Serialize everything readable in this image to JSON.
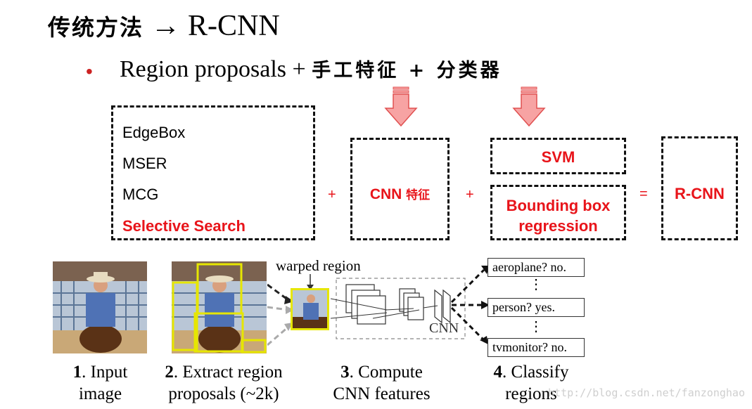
{
  "title": {
    "cn": "传统方法",
    "arrow": "→",
    "en": "R-CNN"
  },
  "bullet": {
    "dot": "•",
    "en": "Region proposals +",
    "cn": "手工特征 + 分类器"
  },
  "proposal_box": {
    "items": [
      "EdgeBox",
      "MSER",
      "MCG"
    ],
    "highlight": "Selective Search"
  },
  "plus1": "+",
  "cnn_box": {
    "label_en": "CNN",
    "label_cn": "特征"
  },
  "plus2": "+",
  "classifier": {
    "svm": "SVM",
    "bbox_line1": "Bounding box",
    "bbox_line2": "regression"
  },
  "equals": "=",
  "result": "R-CNN",
  "colors": {
    "accent_red": "#e8141a",
    "arrow_fill": "#f7a3a3",
    "yellow": "#e6e600"
  },
  "pipeline": {
    "warped_label": "warped region",
    "cnn_label": "CNN",
    "classes": [
      "aeroplane? no.",
      "person? yes.",
      "tvmonitor? no."
    ],
    "ellipsis": "⋮",
    "steps": [
      {
        "num": "1",
        "line1": ". Input",
        "line2": "image"
      },
      {
        "num": "2",
        "line1": ". Extract region",
        "line2": "proposals (~2k)"
      },
      {
        "num": "3",
        "line1": ". Compute",
        "line2": "CNN features"
      },
      {
        "num": "4",
        "line1": ". Classify",
        "line2": "regions"
      }
    ]
  },
  "watermark": "http://blog.csdn.net/fanzonghao"
}
